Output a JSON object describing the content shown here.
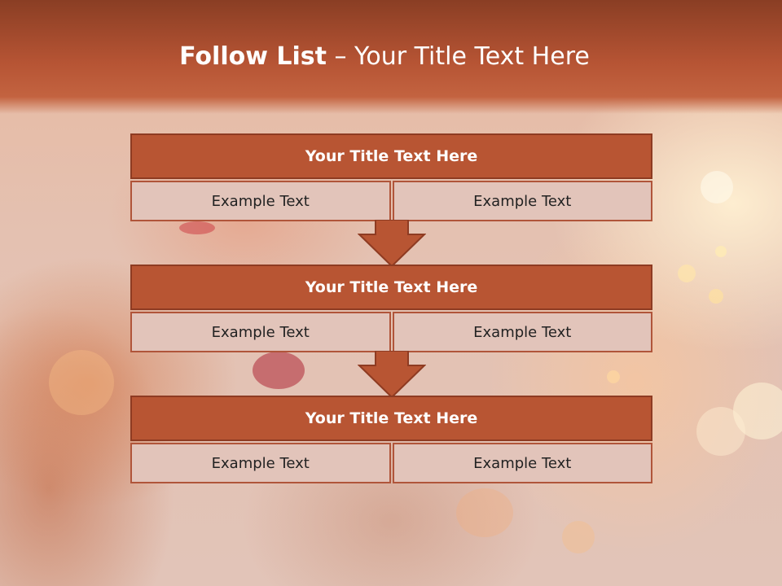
{
  "slide": {
    "title_strong": "Follow List",
    "title_rest": " – Your Title Text Here"
  },
  "blocks": [
    {
      "title": "Your Title Text Here",
      "left": "Example Text",
      "right": "Example Text"
    },
    {
      "title": "Your Title Text Here",
      "left": "Example Text",
      "right": "Example Text"
    },
    {
      "title": "Your Title Text Here",
      "left": "Example Text",
      "right": "Example Text"
    }
  ],
  "colors": {
    "header": "#b65434",
    "block_title_fill": "#b85533",
    "block_border": "#8e3b22",
    "cell_fill": "#e2c4ba",
    "arrow_fill": "#b85533"
  },
  "icons": [
    "down-arrow-icon",
    "down-arrow-icon"
  ]
}
